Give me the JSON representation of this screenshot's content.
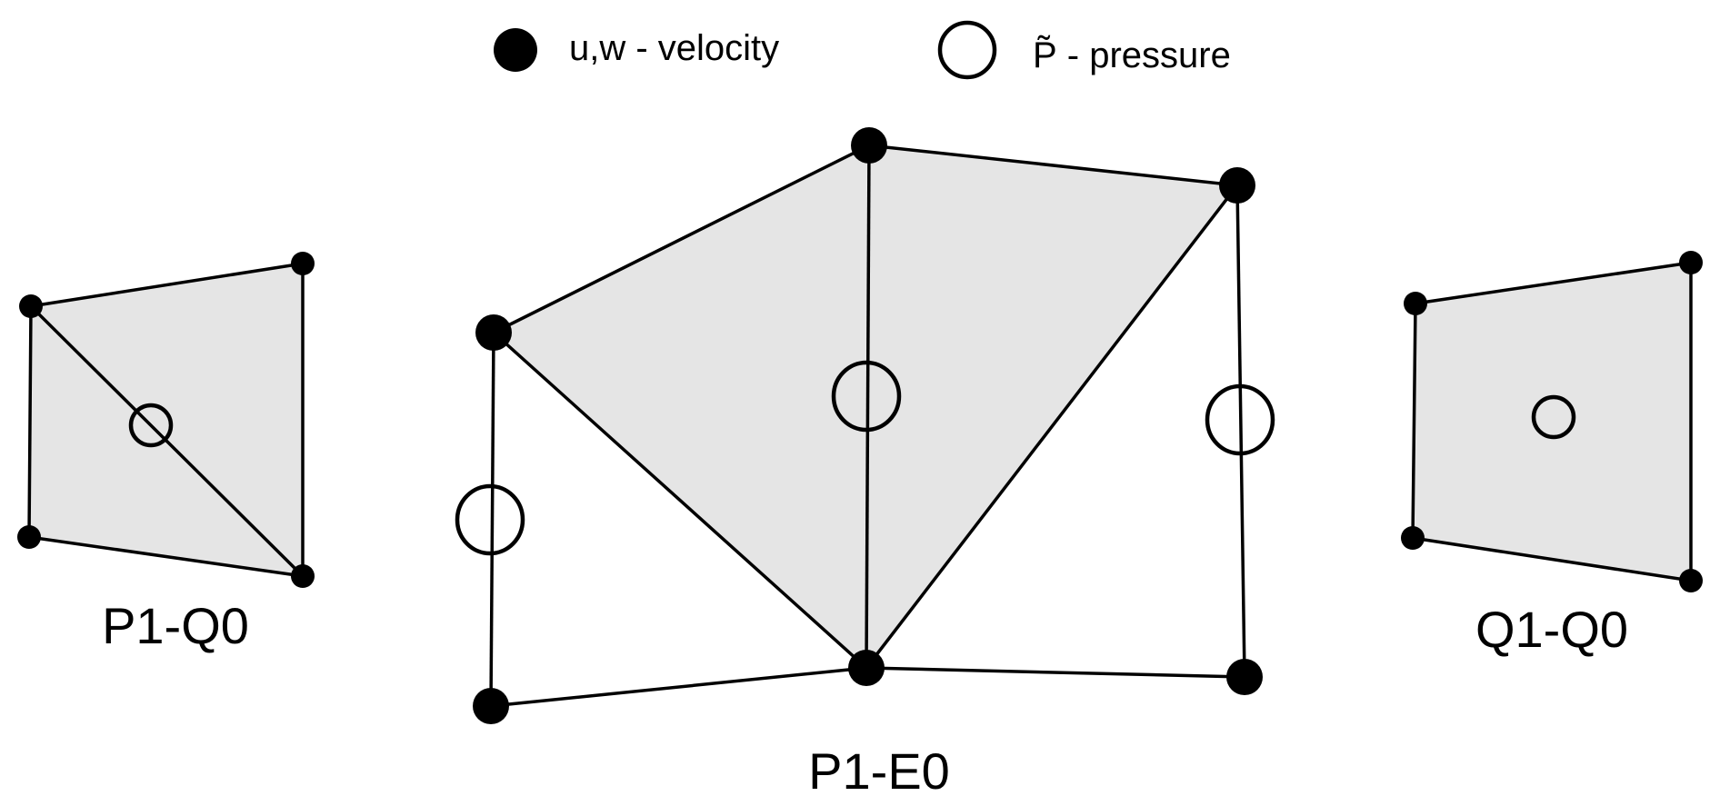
{
  "legend": {
    "velocity": {
      "symbol": "filled-circle",
      "label": "u,w - velocity"
    },
    "pressure": {
      "symbol": "open-circle",
      "label": "P̃ - pressure"
    }
  },
  "colors": {
    "element_fill": "#e5e5e5",
    "stroke": "#000000",
    "background": "#ffffff"
  },
  "elements": [
    {
      "id": "p1-q0",
      "label": "P1-Q0",
      "shape": "quadrilateral split by one diagonal into two triangles",
      "velocity_nodes": 4,
      "pressure_nodes": 1,
      "pressure_location": "element center, on the diagonal"
    },
    {
      "id": "p1-e0",
      "label": "P1-E0",
      "shape": "patch of four triangles; shaded quadrilateral formed by two triangles sharing a vertical edge",
      "velocity_nodes": 6,
      "pressure_nodes": 3,
      "pressure_location": "midpoints of vertical edges"
    },
    {
      "id": "q1-q0",
      "label": "Q1-Q0",
      "shape": "quadrilateral",
      "velocity_nodes": 4,
      "pressure_nodes": 1,
      "pressure_location": "element center"
    }
  ]
}
